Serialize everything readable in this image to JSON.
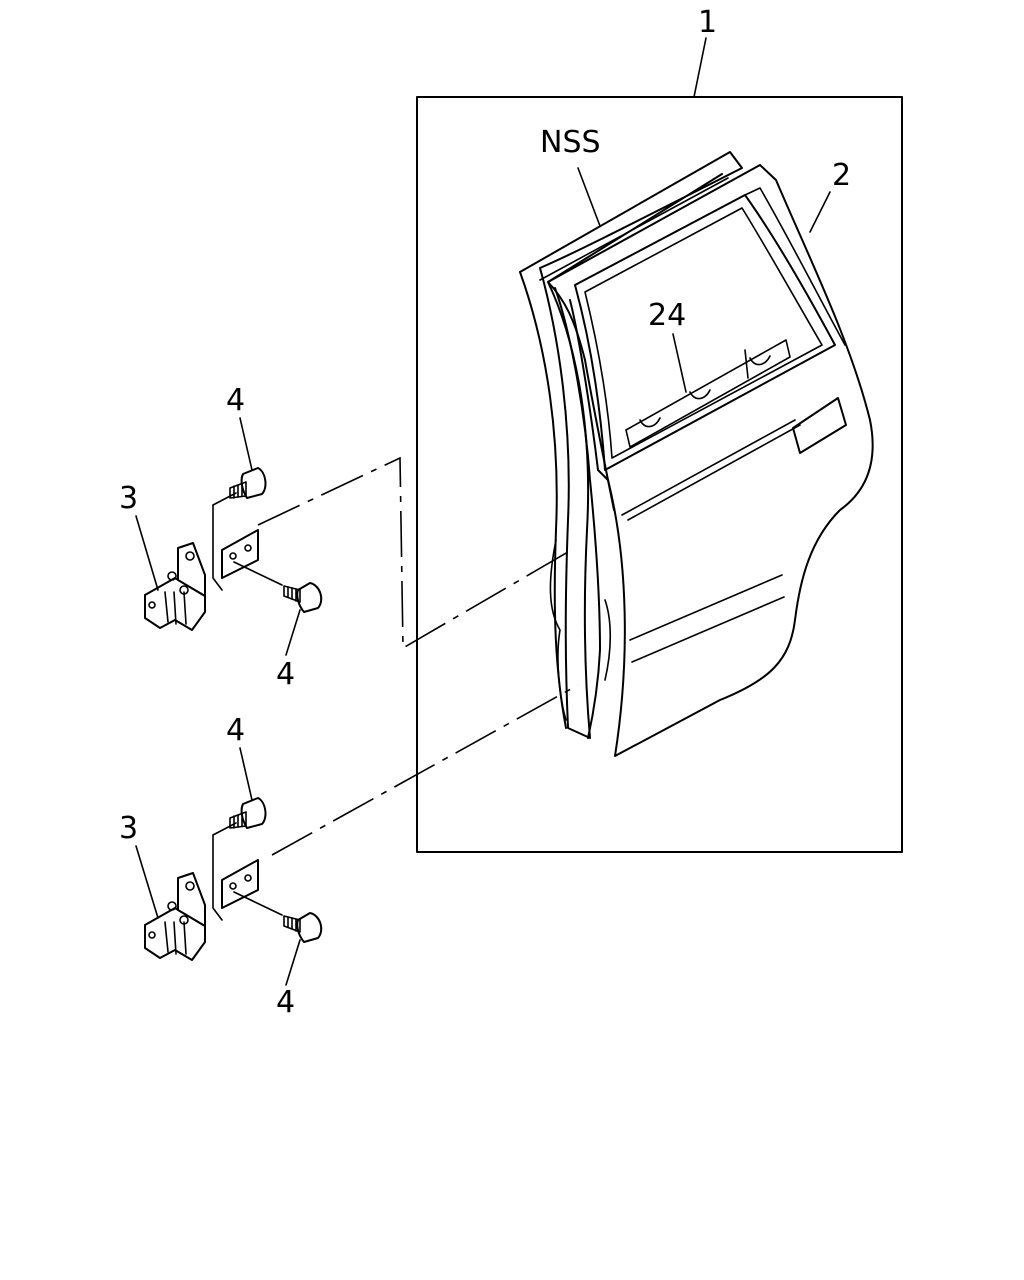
{
  "labels": {
    "assembly": "1",
    "rear_door_panel": "2",
    "weatherstrip": "NSS",
    "glass_run": "24",
    "hinge_upper": "3",
    "hinge_lower": "3",
    "bolt_upper_top": "4",
    "bolt_upper_bottom": "4",
    "bolt_lower_top": "4",
    "bolt_lower_bottom": "4"
  },
  "colors": {
    "line": "#000000",
    "background": "#ffffff"
  }
}
